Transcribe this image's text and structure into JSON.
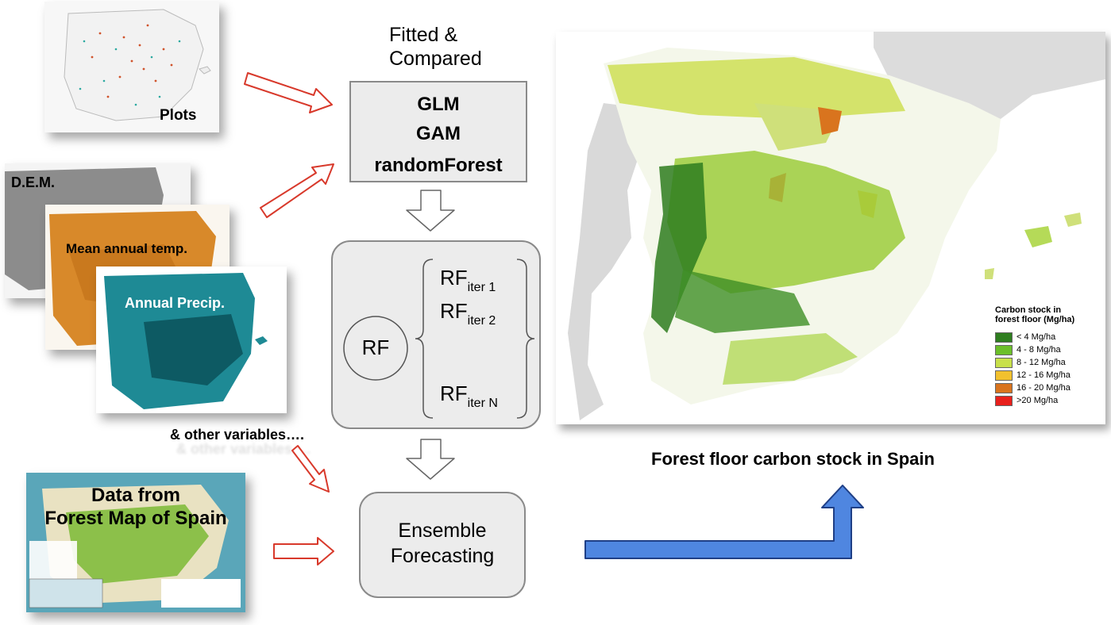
{
  "inputs": {
    "plots": "Plots",
    "dem": "D.E.M.",
    "temp": "Mean annual temp.",
    "precip": "Annual Precip.",
    "other": "& other variables….",
    "forest_map_line1": "Data from",
    "forest_map_line2": "Forest Map of Spain"
  },
  "fitted_caption_line1": "Fitted &",
  "fitted_caption_line2": "Compared",
  "models": [
    "GLM",
    "GAM",
    "randomForest"
  ],
  "rf_box": {
    "rf": "RF",
    "iter1_base": "RF",
    "iter1_sub": "iter 1",
    "iter2_base": "RF",
    "iter2_sub": "iter 2",
    "iterN_base": "RF",
    "iterN_sub": "iter N"
  },
  "ensemble_line1": "Ensemble",
  "ensemble_line2": "Forecasting",
  "output_title": "Forest floor carbon stock in Spain",
  "legend": {
    "title_line1": "Carbon stock in",
    "title_line2": "forest floor (Mg/ha)",
    "items": [
      {
        "label": "< 4 Mg/ha",
        "color": "#2e7d1f"
      },
      {
        "label": "4 - 8 Mg/ha",
        "color": "#6cbf2a"
      },
      {
        "label": "8 - 12 Mg/ha",
        "color": "#c8e04a"
      },
      {
        "label": "12 - 16 Mg/ha",
        "color": "#f2c12e"
      },
      {
        "label": "16 - 20 Mg/ha",
        "color": "#d9741e"
      },
      {
        "label": ">20 Mg/ha",
        "color": "#e8201c"
      }
    ]
  }
}
